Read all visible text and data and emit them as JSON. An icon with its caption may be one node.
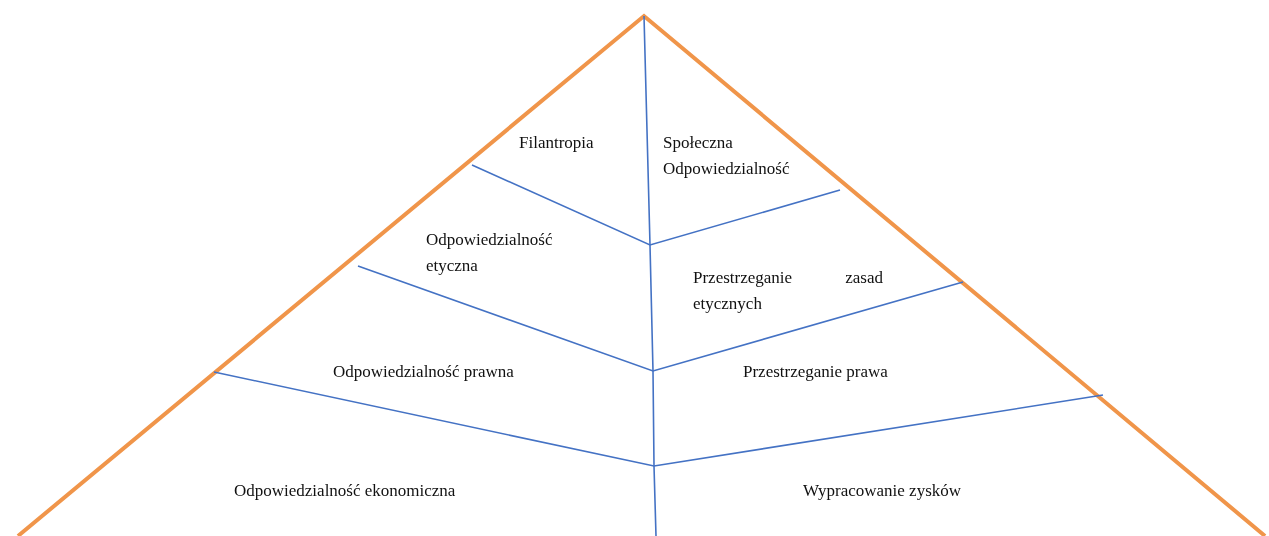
{
  "diagram": {
    "labels": [
      "Filantropia",
      "Społeczna Odpowiedzialność",
      "Odpowiedzialność etyczna",
      "Przestrzeganie zasad etycznych",
      "Odpowiedzialność prawna",
      "Przestrzeganie prawa",
      "Odpowiedzialność ekonomiczna",
      "Wypracowanie zysków"
    ]
  }
}
